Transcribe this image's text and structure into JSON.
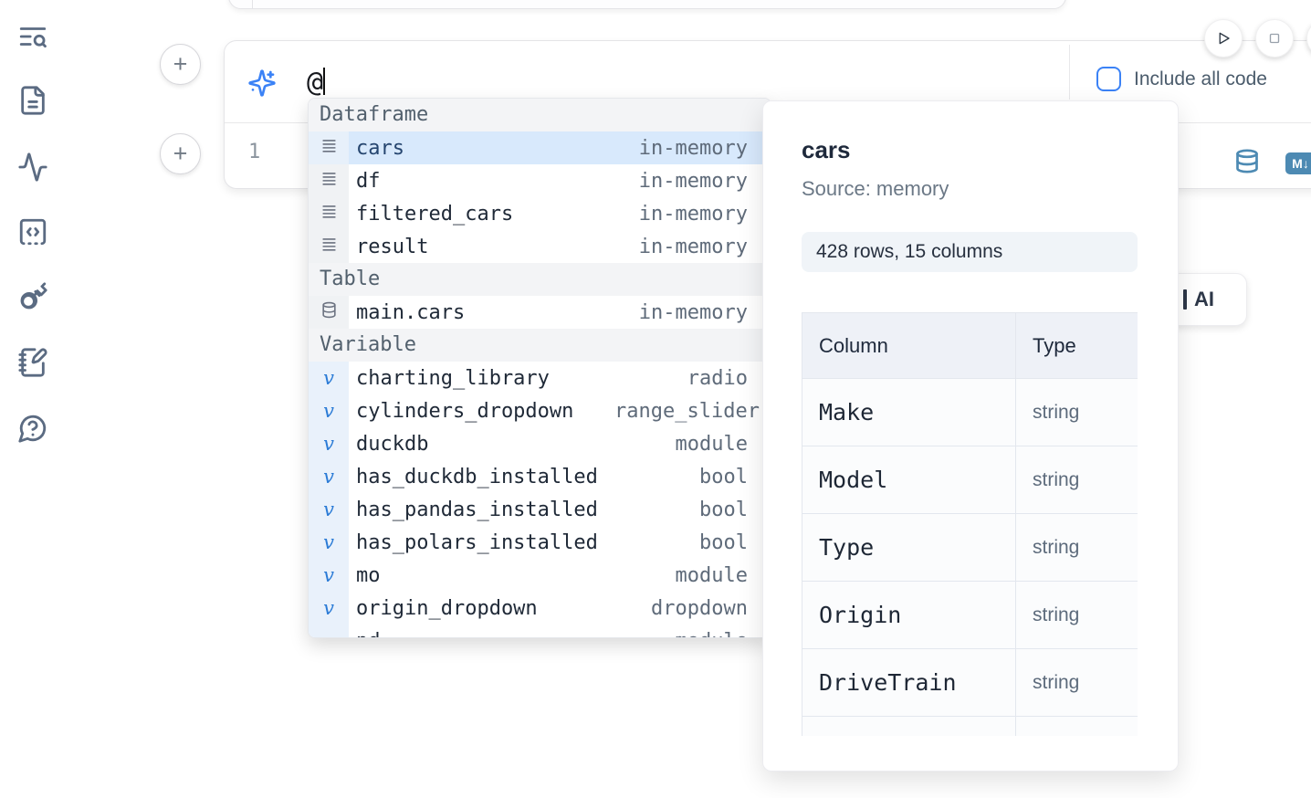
{
  "sidebar": {
    "icons": [
      "toc-search-icon",
      "file-text-icon",
      "activity-icon",
      "snippets-code-icon",
      "key-icon",
      "scratchpad-notebook-icon",
      "help-chat-icon"
    ]
  },
  "cell": {
    "add_cell_button_label": "+",
    "ai_input": {
      "icon": "sparkles-icon",
      "value": "@"
    },
    "include_all_code": {
      "label": "Include all code",
      "checked": false
    },
    "line_number": "1",
    "markdown_badge": "M↓"
  },
  "autocomplete": {
    "sections": [
      {
        "label": "Dataframe",
        "items": [
          {
            "name": "cars",
            "type": "in-memory",
            "icon": "rows-icon",
            "selected": true
          },
          {
            "name": "df",
            "type": "in-memory",
            "icon": "rows-icon"
          },
          {
            "name": "filtered_cars",
            "type": "in-memory",
            "icon": "rows-icon"
          },
          {
            "name": "result",
            "type": "in-memory",
            "icon": "rows-icon"
          }
        ]
      },
      {
        "label": "Table",
        "items": [
          {
            "name": "main.cars",
            "type": "in-memory",
            "icon": "database-icon"
          }
        ]
      },
      {
        "label": "Variable",
        "items": [
          {
            "name": "charting_library",
            "type": "radio",
            "icon": "variable-icon"
          },
          {
            "name": "cylinders_dropdown",
            "type": "range_slider",
            "icon": "variable-icon"
          },
          {
            "name": "duckdb",
            "type": "module",
            "icon": "variable-icon"
          },
          {
            "name": "has_duckdb_installed",
            "type": "bool",
            "icon": "variable-icon"
          },
          {
            "name": "has_pandas_installed",
            "type": "bool",
            "icon": "variable-icon"
          },
          {
            "name": "has_polars_installed",
            "type": "bool",
            "icon": "variable-icon"
          },
          {
            "name": "mo",
            "type": "module",
            "icon": "variable-icon"
          },
          {
            "name": "origin_dropdown",
            "type": "dropdown",
            "icon": "variable-icon"
          },
          {
            "name": "pd",
            "type": "module",
            "icon": "variable-icon",
            "clipped": true
          }
        ]
      }
    ]
  },
  "preview": {
    "title": "cars",
    "source": "Source: memory",
    "shape_badge": "428 rows, 15 columns",
    "table": {
      "headers": [
        "Column",
        "Type"
      ],
      "rows": [
        [
          "Make",
          "string"
        ],
        [
          "Model",
          "string"
        ],
        [
          "Type",
          "string"
        ],
        [
          "Origin",
          "string"
        ],
        [
          "DriveTrain",
          "string"
        ]
      ]
    }
  },
  "ai_button": {
    "visible_label": "AI"
  }
}
